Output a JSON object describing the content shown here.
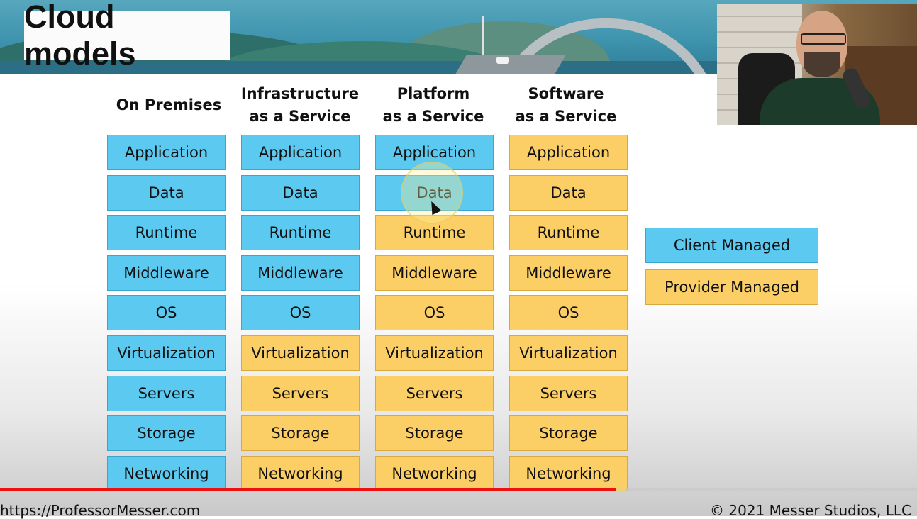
{
  "slide": {
    "title": "Cloud models",
    "columns": [
      {
        "header": "On Premises",
        "cells": [
          {
            "label": "Application",
            "managed": "client"
          },
          {
            "label": "Data",
            "managed": "client"
          },
          {
            "label": "Runtime",
            "managed": "client"
          },
          {
            "label": "Middleware",
            "managed": "client"
          },
          {
            "label": "OS",
            "managed": "client"
          },
          {
            "label": "Virtualization",
            "managed": "client"
          },
          {
            "label": "Servers",
            "managed": "client"
          },
          {
            "label": "Storage",
            "managed": "client"
          },
          {
            "label": "Networking",
            "managed": "client"
          }
        ]
      },
      {
        "header": "Infrastructure\nas a Service",
        "cells": [
          {
            "label": "Application",
            "managed": "client"
          },
          {
            "label": "Data",
            "managed": "client"
          },
          {
            "label": "Runtime",
            "managed": "client"
          },
          {
            "label": "Middleware",
            "managed": "client"
          },
          {
            "label": "OS",
            "managed": "client"
          },
          {
            "label": "Virtualization",
            "managed": "provider"
          },
          {
            "label": "Servers",
            "managed": "provider"
          },
          {
            "label": "Storage",
            "managed": "provider"
          },
          {
            "label": "Networking",
            "managed": "provider"
          }
        ]
      },
      {
        "header": "Platform\nas a Service",
        "cells": [
          {
            "label": "Application",
            "managed": "client"
          },
          {
            "label": "Data",
            "managed": "client"
          },
          {
            "label": "Runtime",
            "managed": "provider"
          },
          {
            "label": "Middleware",
            "managed": "provider"
          },
          {
            "label": "OS",
            "managed": "provider"
          },
          {
            "label": "Virtualization",
            "managed": "provider"
          },
          {
            "label": "Servers",
            "managed": "provider"
          },
          {
            "label": "Storage",
            "managed": "provider"
          },
          {
            "label": "Networking",
            "managed": "provider"
          }
        ]
      },
      {
        "header": "Software\nas a Service",
        "cells": [
          {
            "label": "Application",
            "managed": "provider"
          },
          {
            "label": "Data",
            "managed": "provider"
          },
          {
            "label": "Runtime",
            "managed": "provider"
          },
          {
            "label": "Middleware",
            "managed": "provider"
          },
          {
            "label": "OS",
            "managed": "provider"
          },
          {
            "label": "Virtualization",
            "managed": "provider"
          },
          {
            "label": "Servers",
            "managed": "provider"
          },
          {
            "label": "Storage",
            "managed": "provider"
          },
          {
            "label": "Networking",
            "managed": "provider"
          }
        ]
      }
    ],
    "legend": {
      "client": "Client Managed",
      "provider": "Provider Managed"
    },
    "colors": {
      "client": "#5ccaf0",
      "provider": "#fbcf66"
    }
  },
  "video": {
    "progress_fraction": 0.672
  },
  "footer": {
    "url": "https://ProfessorMesser.com",
    "copyright": "© 2021 Messer Studios, LLC"
  }
}
